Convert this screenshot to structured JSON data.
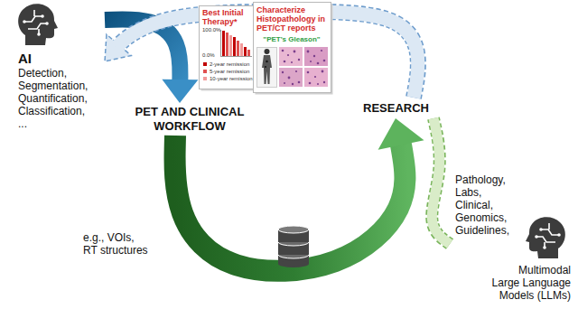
{
  "diagram": {
    "nodes": [
      {
        "text": [
          "AI",
          "Detection, Segmentation, Quantification, Classification, ..."
        ]
      },
      {
        "text": [
          "Best Initial Therapy*",
          "100.0%",
          "0.0%",
          "2-year remission",
          "5-year remission",
          "10-year remission"
        ]
      },
      {
        "text": [
          "Characterize Histopathology in PET/CT reports",
          "\"PET's Gleason\""
        ]
      },
      {
        "text": [
          "PET AND CLINICAL WORKFLOW"
        ]
      },
      {
        "text": [
          "RESEARCH"
        ]
      },
      {
        "text": [
          "Pathology, Labs, Clinical, Genomics, Guidelines,",
          "Multimodal Large Language Models (LLMs)"
        ]
      }
    ],
    "edges": [
      {
        "from": 0,
        "to": 3,
        "arrow": "to"
      },
      {
        "from": 3,
        "to": 4,
        "arrow": "to"
      },
      {
        "from": 4,
        "to": 0,
        "arrow": "to"
      },
      {
        "from": 5,
        "to": 4,
        "arrow": "none"
      }
    ],
    "labels": [
      "e.g., VOIs, RT structures"
    ]
  }
}
